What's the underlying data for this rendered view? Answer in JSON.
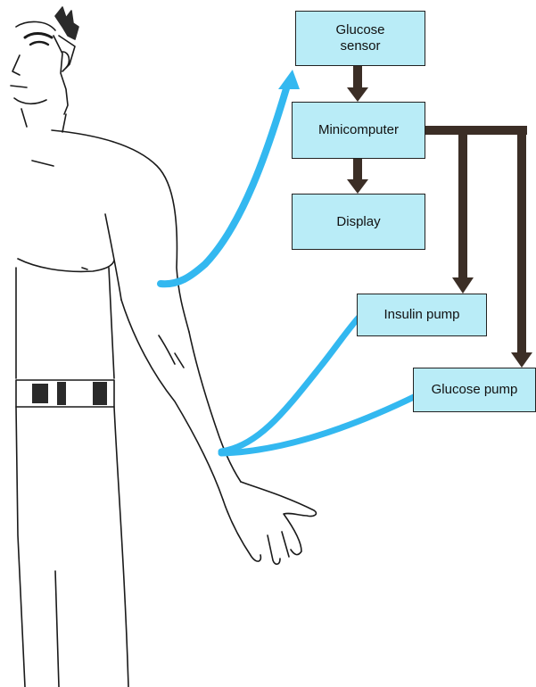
{
  "colors": {
    "box_fill": "#b9ecf7",
    "box_border": "#222222",
    "tube": "#33b8f0",
    "arrow": "#3b2e26",
    "outline": "#1a1a1a"
  },
  "boxes": {
    "sensor": "Glucose\nsensor",
    "minicomputer": "Minicomputer",
    "display": "Display",
    "insulin_pump": "Insulin pump",
    "glucose_pump": "Glucose pump"
  }
}
